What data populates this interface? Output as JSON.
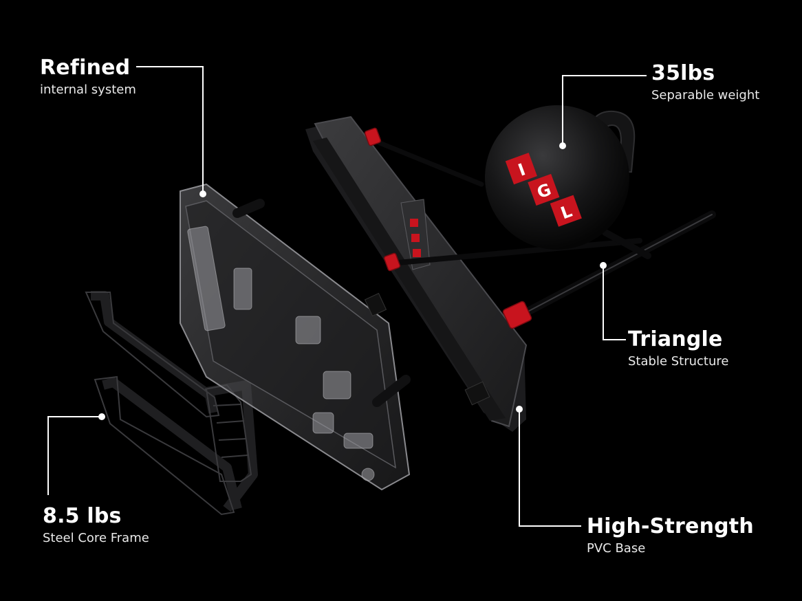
{
  "callouts": {
    "refined": {
      "title": "Refined",
      "subtitle": "internal system"
    },
    "weight": {
      "title": "35lbs",
      "subtitle": "Separable weight"
    },
    "triangle": {
      "title": "Triangle",
      "subtitle": "Stable Structure"
    },
    "frame": {
      "title": "8.5 lbs",
      "subtitle": "Steel Core Frame"
    },
    "base": {
      "title": "High-Strength",
      "subtitle": "PVC Base"
    }
  },
  "product": {
    "logo_letters": [
      "I",
      "G",
      "L"
    ],
    "colors": {
      "background": "#000000",
      "accent_red": "#c8141e",
      "line": "#ffffff",
      "shell_dark": "#2a2a2c"
    }
  }
}
